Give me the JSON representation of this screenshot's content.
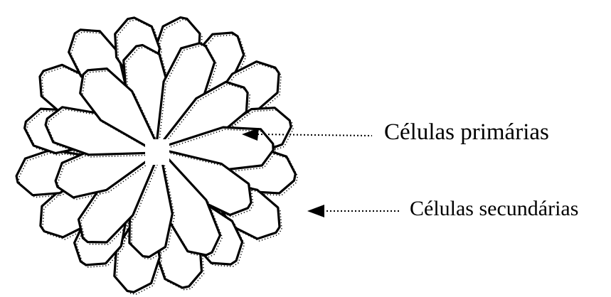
{
  "labels": {
    "primary": "Células primárias",
    "secondary": "Células secundárias"
  },
  "colors": {
    "outline": "#000000",
    "fill": "#ffffff",
    "background": "#ffffff"
  },
  "structure": {
    "primary_cells": 11,
    "secondary_cells": 16
  }
}
